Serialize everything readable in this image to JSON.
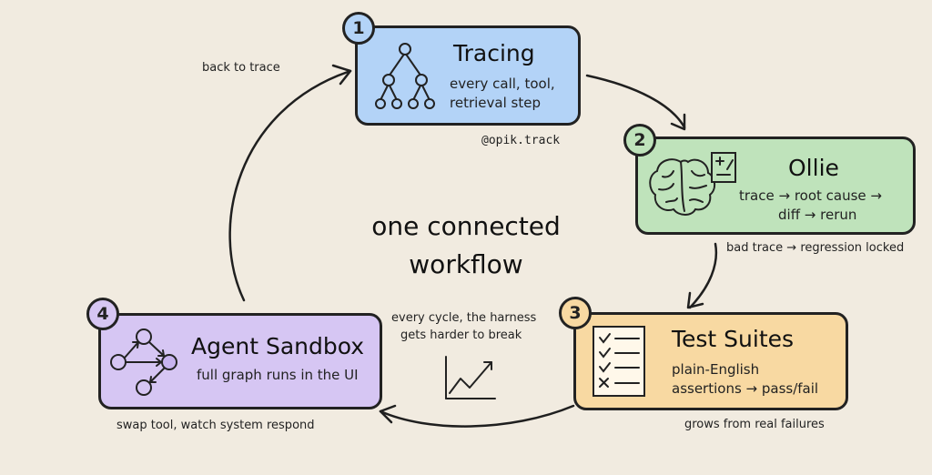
{
  "center": {
    "line1": "one connected",
    "line2": "workflow"
  },
  "colors": {
    "tracing": "#b3d3f7",
    "ollie": "#bfe3bb",
    "tests": "#f8d9a2",
    "sandbox": "#d6c6f3",
    "background": "#f1ebe0"
  },
  "steps": [
    {
      "number": "1",
      "title": "Tracing",
      "lines": [
        "every call, tool,",
        "retrieval step"
      ],
      "note": "@opik.track",
      "icon": "tree-icon"
    },
    {
      "number": "2",
      "title": "Ollie",
      "lines": [
        "trace → root cause →",
        "diff → rerun"
      ],
      "note": "bad trace → regression locked",
      "icon": "brain-icon"
    },
    {
      "number": "3",
      "title": "Test Suites",
      "lines": [
        "plain-English",
        "assertions → pass/fail"
      ],
      "note": "grows from real failures",
      "icon": "checklist-icon"
    },
    {
      "number": "4",
      "title": "Agent Sandbox",
      "lines": [
        "full graph runs in the UI"
      ],
      "note": "swap tool, watch system respond",
      "icon": "graph-icon"
    }
  ],
  "labels": {
    "back_to_trace": "back to trace",
    "harness_line1": "every cycle, the harness",
    "harness_line2": "gets harder to break"
  }
}
